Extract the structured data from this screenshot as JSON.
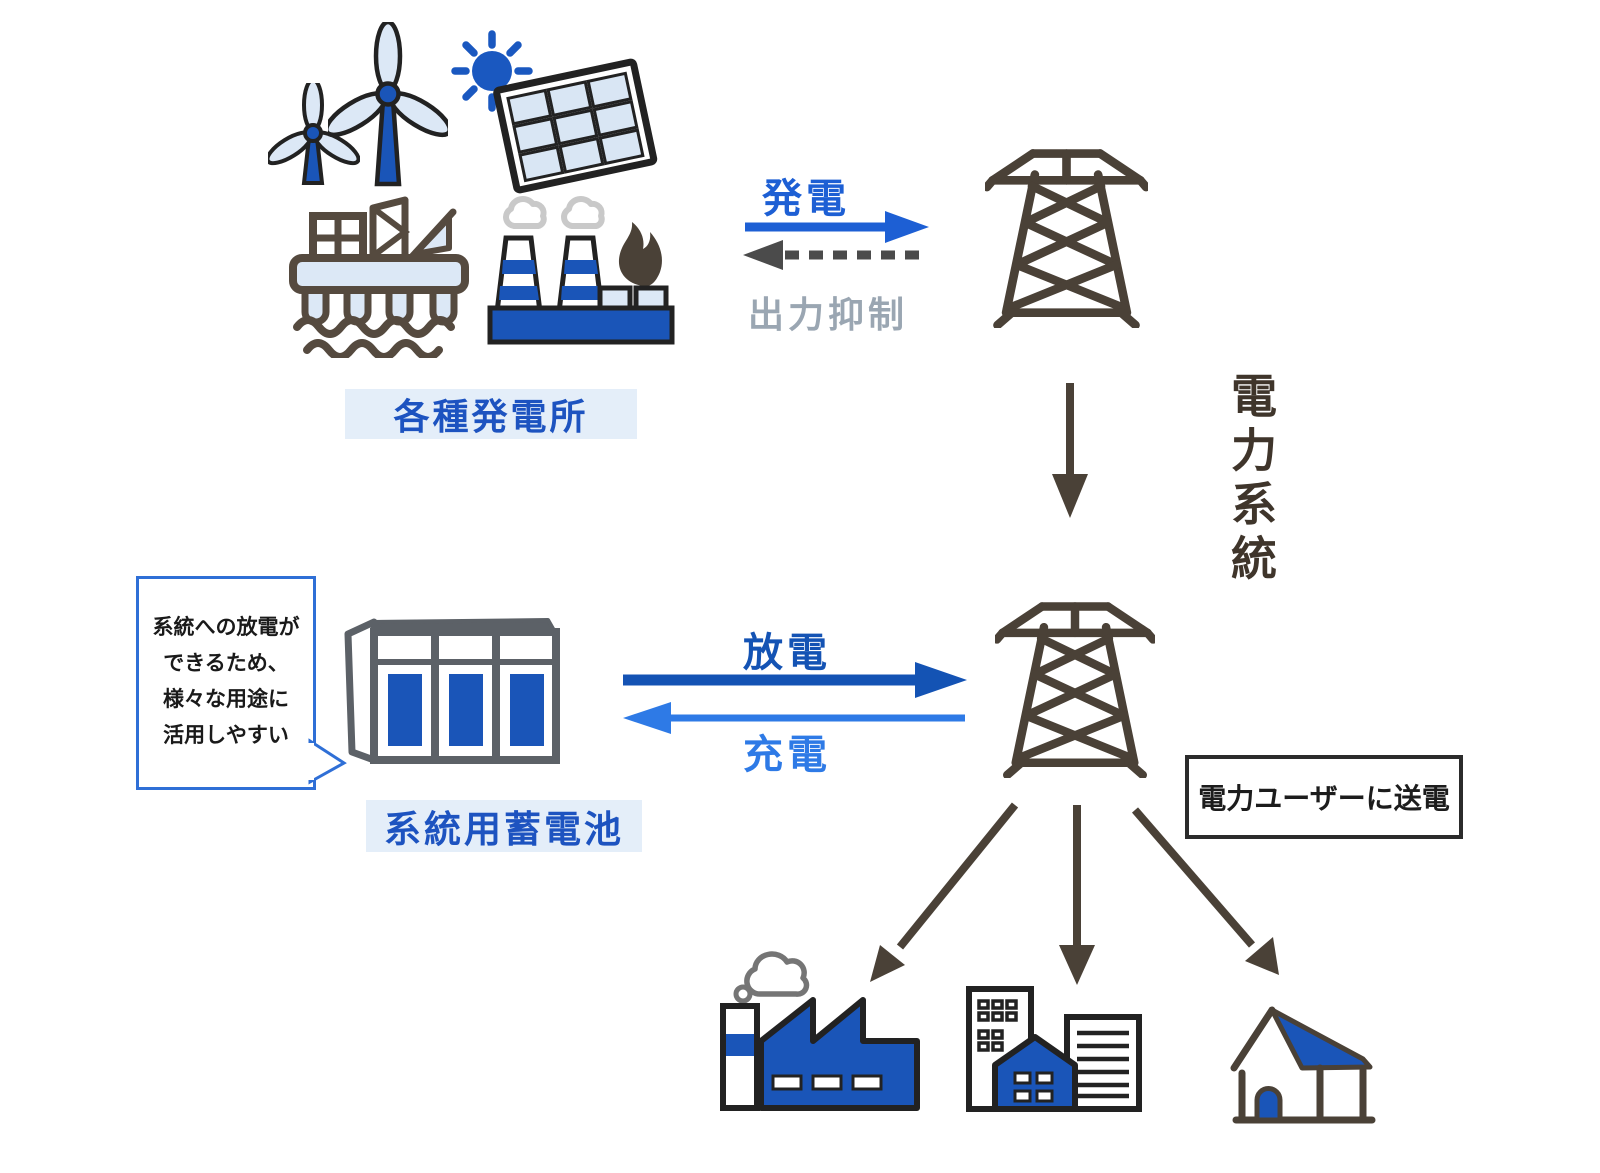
{
  "plants": {
    "label": "各種発電所",
    "icons": [
      "wind-turbines",
      "sun",
      "solar-panel",
      "offshore-platform",
      "thermal-plant"
    ]
  },
  "flows": {
    "generation": "発電",
    "curtailment": "出力抑制",
    "discharge": "放電",
    "charge": "充電"
  },
  "grid": {
    "system_label": "電力系統",
    "users_label": "電力ユーザーに送電",
    "tower_icon": "transmission-tower"
  },
  "battery": {
    "label": "系統用蓄電池",
    "icon": "grid-battery",
    "bubble": [
      "系統への放電が",
      "できるため、",
      "様々な用途に",
      "活用しやすい"
    ]
  },
  "consumers": {
    "icons": [
      "factory",
      "office-buildings",
      "house"
    ]
  },
  "colors": {
    "primary_blue": "#1a55b8",
    "bright_blue": "#1d5fd4",
    "charge_blue": "#2e7ae6",
    "discharge_blue": "#1453b4",
    "pale_blue": "#dce8f6",
    "label_bg": "#e4eef9",
    "label_text": "#1d53c0",
    "dark_brown": "#4a4137",
    "outline_black": "#222222",
    "gray_text": "#9aa6b2",
    "smoke_gray": "#c9c9c9",
    "battery_gray": "#5c6167"
  }
}
